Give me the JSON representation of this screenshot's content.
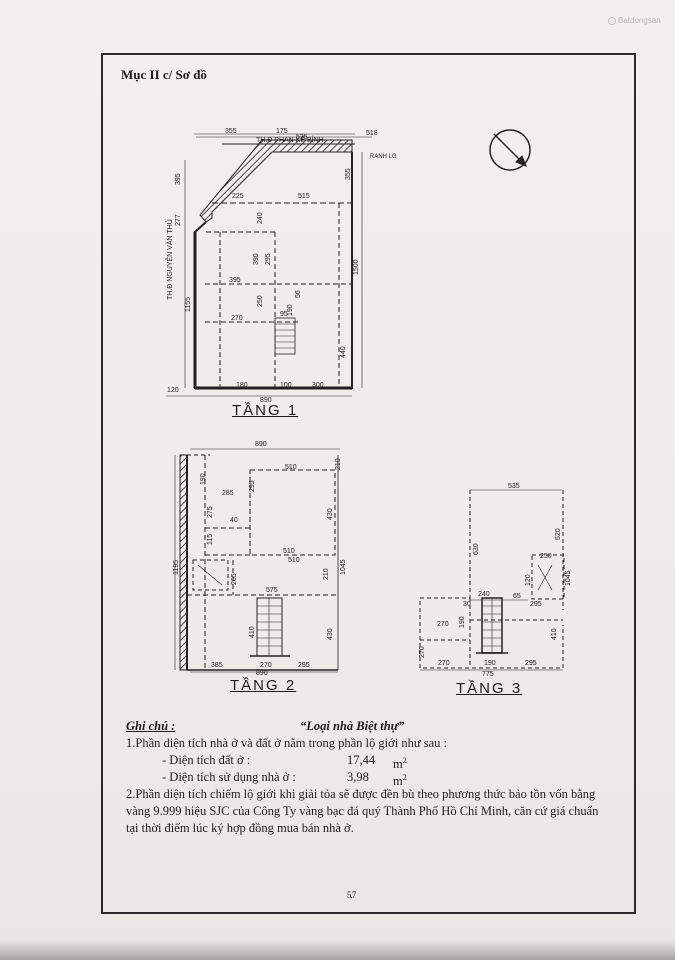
{
  "document": {
    "section_title": "Mục II c/ Sơ đồ",
    "watermark": "Batdongsan",
    "street_top": "TH.Đ PHAN KẾ BÍNH",
    "street_left": "TH.Đ NGUYỄN VĂN THỦ",
    "boundary_label": "RANH LG",
    "floors": [
      {
        "label": "TẦNG 1"
      },
      {
        "label": "TẦNG 2"
      },
      {
        "label": "TẦNG 3"
      }
    ],
    "floor1_dims": [
      "355",
      "175",
      "535",
      "518",
      "395",
      "355",
      "225",
      "515",
      "277",
      "240",
      "295",
      "390",
      "1500",
      "395",
      "1155",
      "250",
      "56",
      "270",
      "95",
      "190",
      "440",
      "120",
      "890",
      "180",
      "100",
      "300"
    ],
    "floor2_dims": [
      "890",
      "190",
      "510",
      "295",
      "285",
      "275",
      "40",
      "510",
      "115",
      "430",
      "210",
      "1195",
      "265",
      "510",
      "210",
      "575",
      "410",
      "385",
      "270",
      "295",
      "890",
      "430",
      "1045"
    ],
    "floor3_dims": [
      "535",
      "630",
      "520",
      "250",
      "120",
      "1045",
      "240",
      "30",
      "65",
      "295",
      "270",
      "190",
      "410",
      "270",
      "190",
      "295",
      "775",
      "270"
    ],
    "notes": {
      "heading": "Ghi chú :",
      "house_type": "“Loại nhà Biệt thự”",
      "line1": "1.Phần diện tích nhà ở và đất ở nằm trong phần lộ giới như sau :",
      "land_area_label": "- Diện tích đất ở :",
      "land_area_value": "17,44",
      "land_area_unit": "m",
      "usable_area_label": "- Diện tích sử dụng nhà ở :",
      "usable_area_value": "3,98",
      "usable_area_unit": "m",
      "unit_exp": "2",
      "line2": "2.Phần diện tích chiếm lộ giới khi giải tỏa sẽ được đền bù theo phương thức bảo tồn vốn bằng vàng 9.999 hiệu SJC của Công Ty vàng bạc đá quý Thành Phố Hồ Chí Minh, căn cứ giá chuẩn tại thời điểm lúc ký hợp đồng mua bán nhà ở."
    },
    "page_mark": "5.7"
  }
}
